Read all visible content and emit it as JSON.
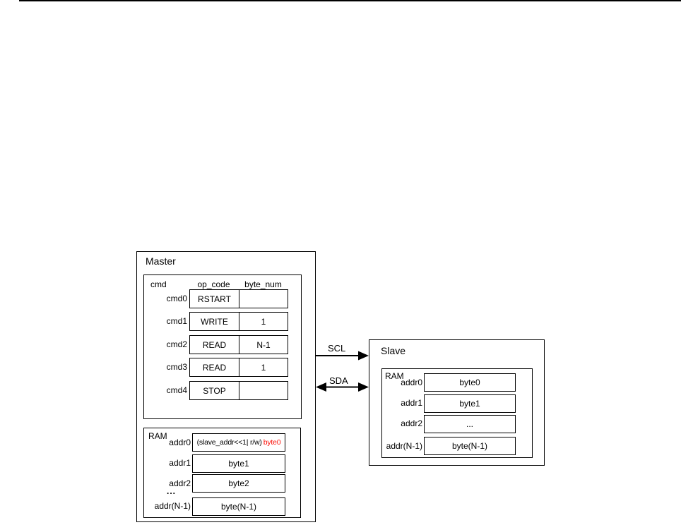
{
  "master": {
    "title": "Master",
    "cmd_table": {
      "label": "cmd",
      "headers": {
        "op_code": "op_code",
        "byte_num": "byte_num"
      },
      "rows": [
        {
          "label": "cmd0",
          "op_code": "RSTART",
          "byte_num": ""
        },
        {
          "label": "cmd1",
          "op_code": "WRITE",
          "byte_num": "1"
        },
        {
          "label": "cmd2",
          "op_code": "READ",
          "byte_num": "N-1"
        },
        {
          "label": "cmd3",
          "op_code": "READ",
          "byte_num": "1"
        },
        {
          "label": "cmd4",
          "op_code": "STOP",
          "byte_num": ""
        }
      ]
    },
    "ram": {
      "label": "RAM",
      "ellipsis": "...",
      "rows": [
        {
          "label": "addr0",
          "value": "(slave_addr<<1| r/w)",
          "value_highlight": "byte0"
        },
        {
          "label": "addr1",
          "value": "byte1"
        },
        {
          "label": "addr2",
          "value": "byte2"
        },
        {
          "label": "addr(N-1)",
          "value": "byte(N-1)"
        }
      ]
    }
  },
  "bus": {
    "scl_label": "SCL",
    "sda_label": "SDA"
  },
  "slave": {
    "title": "Slave",
    "ram": {
      "label": "RAM",
      "rows": [
        {
          "label": "addr0",
          "value": "byte0"
        },
        {
          "label": "addr1",
          "value": "byte1"
        },
        {
          "label": "addr2",
          "value": "..."
        },
        {
          "label": "addr(N-1)",
          "value": "byte(N-1)"
        }
      ]
    }
  },
  "colors": {
    "highlight": "#fa1008",
    "line": "#000000"
  }
}
